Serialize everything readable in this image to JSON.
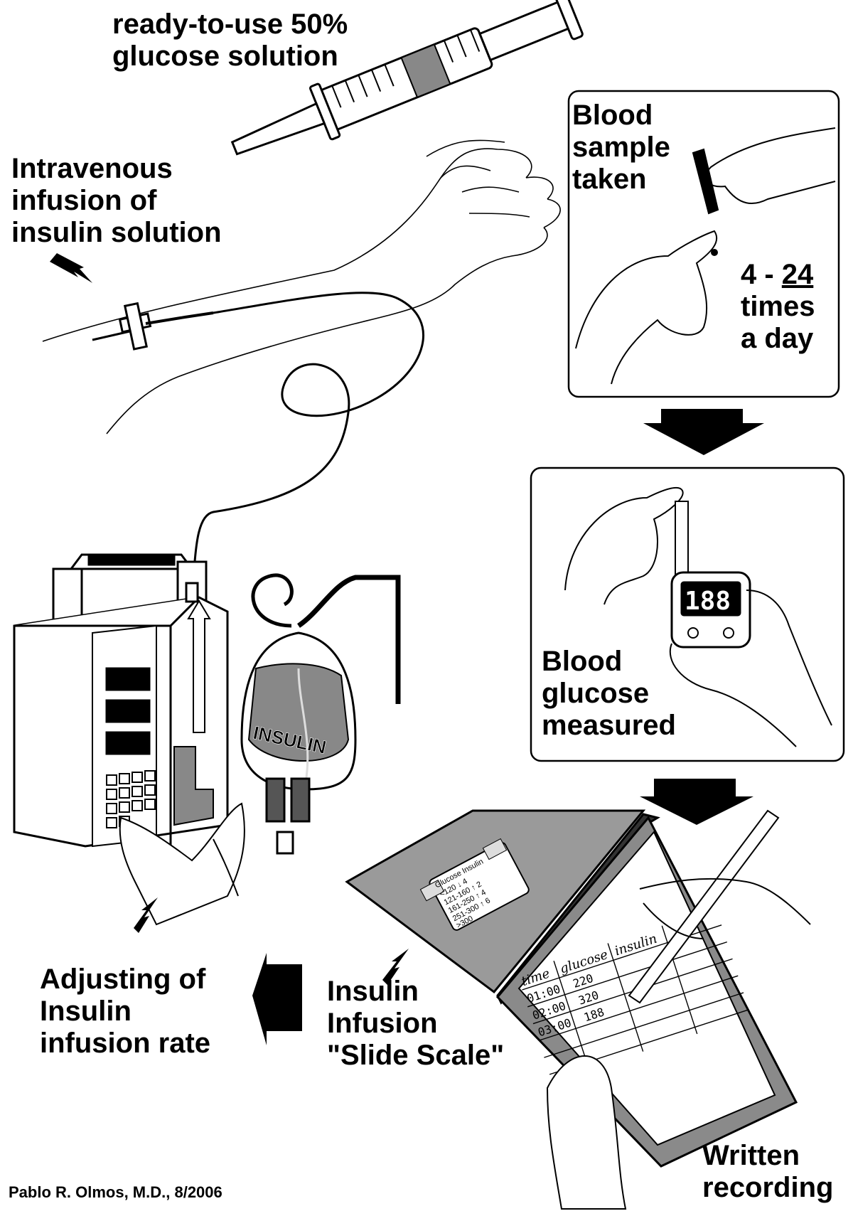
{
  "labels": {
    "glucose": [
      "ready-to-use  50%",
      "glucose solution"
    ],
    "iv": [
      "Intravenous",
      "infusion of",
      "insulin solution"
    ],
    "sample": [
      "Blood",
      "sample",
      "taken"
    ],
    "times": {
      "prefix": "4 - ",
      "value": "24",
      "rest": [
        "times",
        "a day"
      ]
    },
    "measured": [
      "Blood",
      "glucose",
      "measured"
    ],
    "adjust": [
      "Adjusting of",
      "Insulin",
      "infusion rate"
    ],
    "slide": [
      "Insulin",
      "Infusion",
      "\"Slide Scale\""
    ],
    "written": [
      "Written",
      "recording"
    ],
    "credit": "Pablo R. Olmos, M.D., 8/2006"
  },
  "bag_label": "INSULIN",
  "meter_reading": "188",
  "scale_card": {
    "header": "Glucose  Insulin",
    "rows": [
      "<120   ↓ 4",
      "121-160  ↑ 2",
      "161-250  ↑ 4",
      "251-300  ↑ 6",
      ">300"
    ]
  },
  "log_sheet": {
    "headers": [
      "time",
      "glucose",
      "insulin"
    ],
    "rows": [
      [
        "01:00",
        "220",
        ""
      ],
      [
        "02:00",
        "320",
        ""
      ],
      [
        "03:00",
        "188",
        ""
      ]
    ]
  }
}
